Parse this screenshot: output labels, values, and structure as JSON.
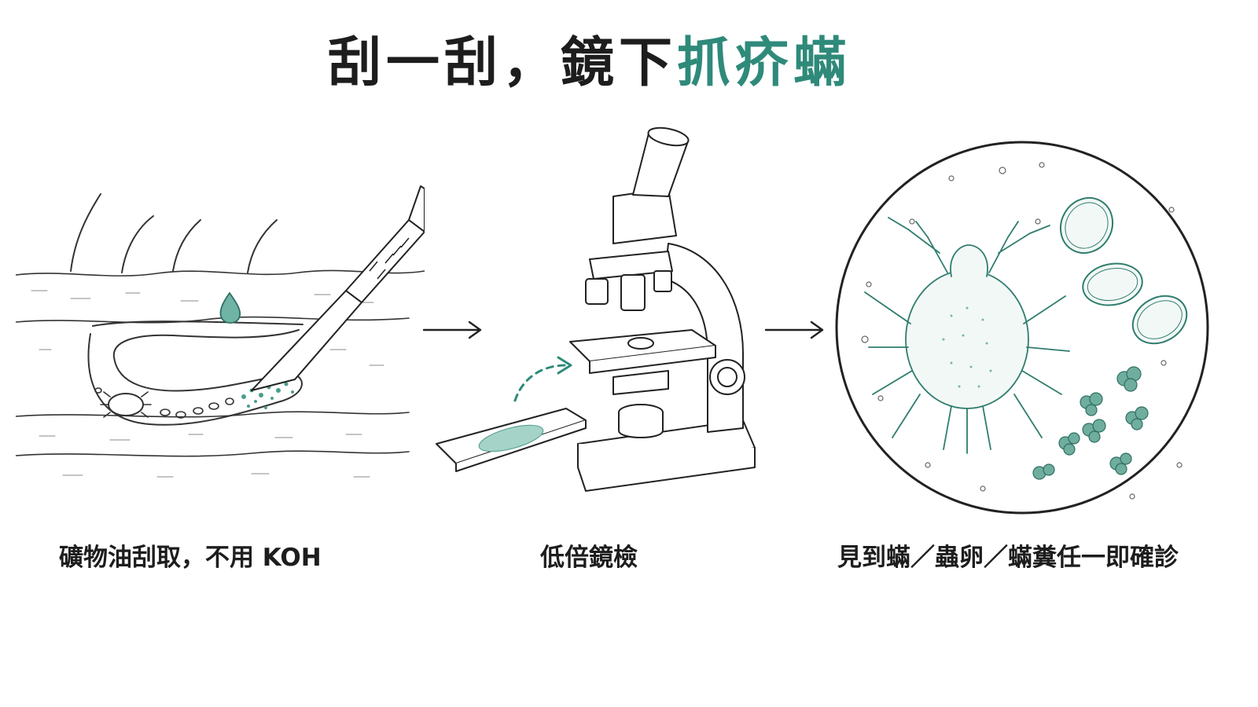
{
  "title": {
    "prefix": "刮一刮，鏡下",
    "accent": "抓疥蟎"
  },
  "colors": {
    "accent": "#2f8a7a",
    "ink": "#1d1d1d"
  },
  "steps": [
    {
      "caption": "礦物油刮取，不用 KOH",
      "icon": "scalpel-skin-burrow-illustration"
    },
    {
      "caption": "低倍鏡檢",
      "icon": "microscope-slide-illustration"
    },
    {
      "caption": "見到蟎／蟲卵／蟎糞任一即確診",
      "icon": "microscopic-view-mite-eggs-feces"
    }
  ],
  "arrows": [
    "arrow-right-icon",
    "arrow-right-icon"
  ]
}
